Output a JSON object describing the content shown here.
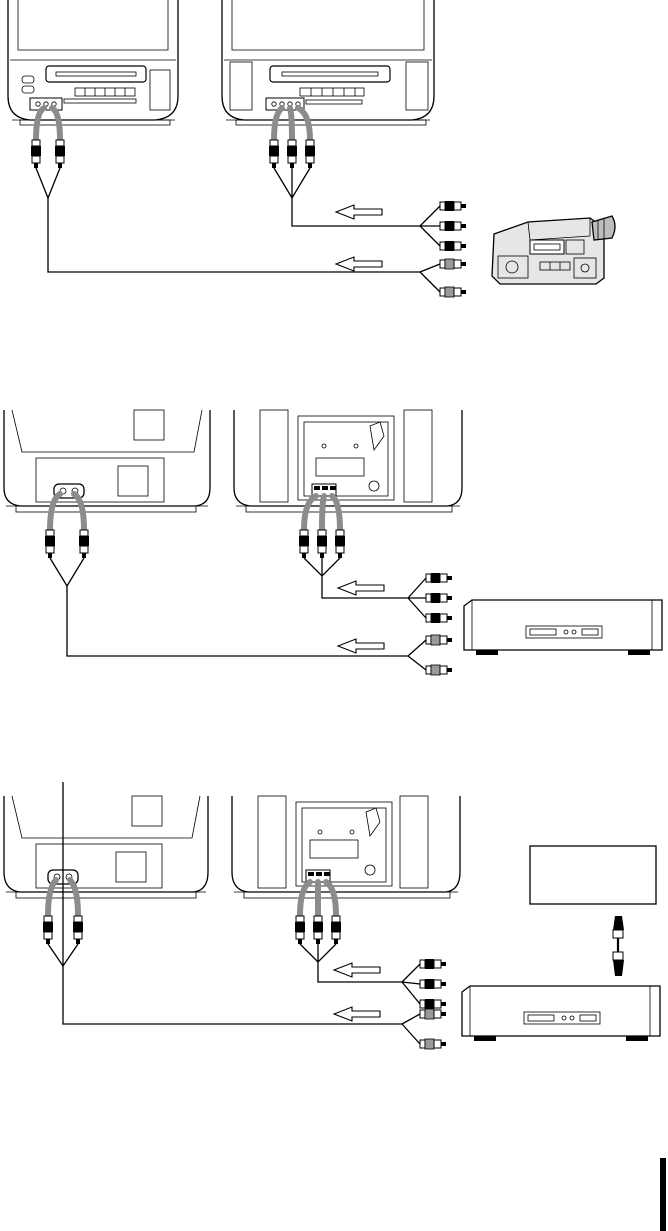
{
  "figure": {
    "description_free": true,
    "panels": [
      {
        "id": "panel-1",
        "left_device": "tv-front",
        "right_device": "tv-front-3jack",
        "source": "camcorder"
      },
      {
        "id": "panel-2",
        "left_device": "tv-rear-2jack",
        "right_device": "tv-rear-3jack",
        "source": "vcr"
      },
      {
        "id": "panel-3",
        "left_device": "tv-rear-2jack",
        "right_device": "tv-rear-3jack",
        "source": "vcr-with-tuner"
      }
    ]
  },
  "colors": {
    "line": "#000000",
    "cable_grey": "#8c8c8c",
    "panel_light": "#e6e6e6",
    "background": "#ffffff"
  },
  "icons": [
    "camcorder-icon",
    "vcr-icon",
    "rca-plug-icon",
    "antenna-cable-icon",
    "arrow-left-icon"
  ]
}
